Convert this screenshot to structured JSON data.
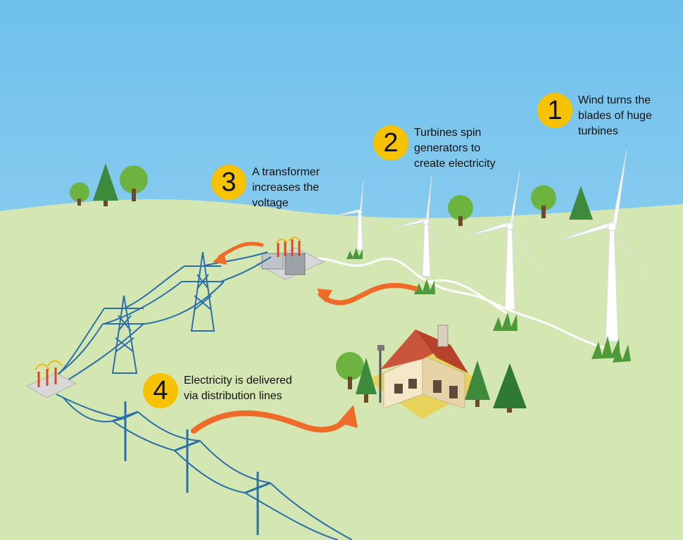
{
  "steps": [
    {
      "number": "1",
      "lines": [
        "Wind turns the",
        "blades of huge",
        "turbines"
      ]
    },
    {
      "number": "2",
      "lines": [
        "Turbines spin",
        "generators to",
        "create electricity"
      ]
    },
    {
      "number": "3",
      "lines": [
        "A transformer",
        "increases the",
        "voltage"
      ]
    },
    {
      "number": "4",
      "lines": [
        "Electricity is delivered",
        "via distribution lines"
      ]
    }
  ],
  "colors": {
    "sky": "#7CC6EE",
    "ground": "#D4E7B3",
    "badge": "#F7C300",
    "arrow": "#F06A28",
    "power_line": "#2A6FA8",
    "tree": "#5FA83A"
  }
}
